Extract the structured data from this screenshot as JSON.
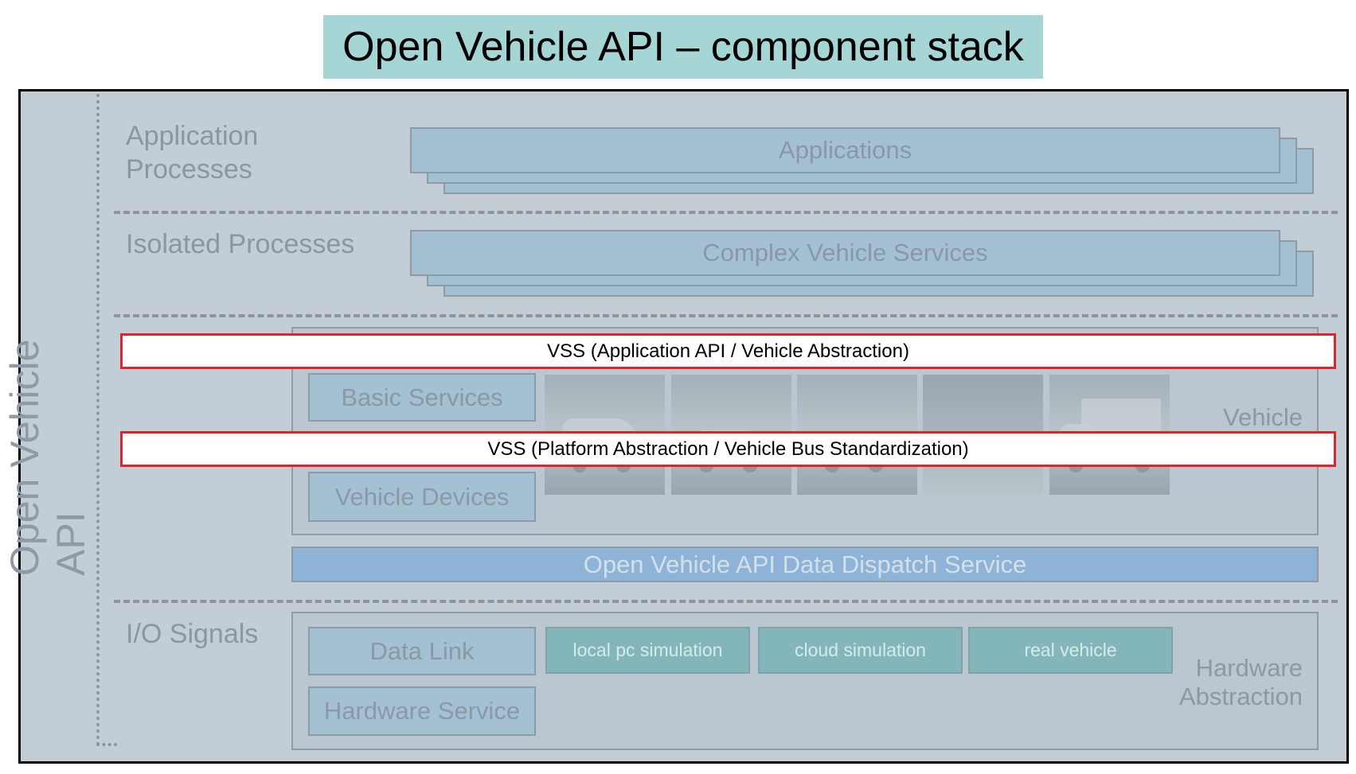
{
  "title": "Open Vehicle API – component stack",
  "side_label": "Open Vehicle API",
  "layers": {
    "application": {
      "label_line1": "Application",
      "label_line2": "Processes",
      "box": "Applications"
    },
    "isolated": {
      "label": "Isolated Processes",
      "box": "Complex Vehicle Services"
    },
    "io": {
      "label": "I/O Signals"
    }
  },
  "vehicle": {
    "label": "Vehicle",
    "basic_services": "Basic Services",
    "vehicle_devices": "Vehicle Devices",
    "image_icons": [
      "van-icon",
      "sedan-icon",
      "sports-car-icon",
      "blurred-vehicle-icon",
      "box-truck-icon"
    ]
  },
  "dispatch": "Open Vehicle API Data Dispatch Service",
  "hardware": {
    "label_line1": "Hardware",
    "label_line2": "Abstraction",
    "data_link": "Data Link",
    "hardware_service": "Hardware Service",
    "targets": [
      "local pc simulation",
      "cloud simulation",
      "real vehicle"
    ]
  },
  "vss": {
    "application": "VSS (Application API / Vehicle Abstraction)",
    "platform": "VSS (Platform Abstraction / Vehicle Bus Standardization)"
  },
  "colors": {
    "title_bg": "#a6d5d5",
    "frame_bg": "#c2cdd6",
    "box_fill": "#a4c1d3",
    "dispatch_fill": "#8fb3d6",
    "teal_fill": "#82b6ba",
    "vss_border": "#e1232a"
  }
}
